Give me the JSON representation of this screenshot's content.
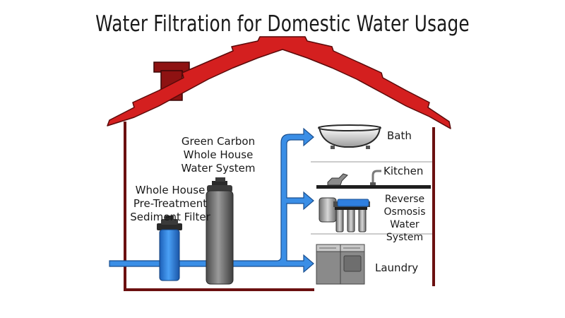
{
  "title": "Water Filtration for Domestic Water Usage",
  "labels": {
    "sediment": [
      "Whole House",
      "Pre-Treatment",
      "Sediment Filter"
    ],
    "carbon": [
      "Green Carbon",
      "Whole House",
      "Water System"
    ],
    "bath": "Bath",
    "kitchen": "Kitchen",
    "ro": [
      "Reverse",
      "Osmosis",
      "Water System"
    ],
    "laundry": "Laundry"
  },
  "colors": {
    "roof": "#d41f1f",
    "wall": "#6b1010",
    "chimney": "#8e1212",
    "pipe": "#3a8ee6",
    "pipe_outline": "#1a4f8f",
    "sediment_filter": "#2f7fe0",
    "carbon_filter": "#6e6e6e"
  },
  "icons": [
    "bathtub-icon",
    "sink-faucet-icon",
    "reverse-osmosis-icon",
    "washer-dryer-icon"
  ]
}
